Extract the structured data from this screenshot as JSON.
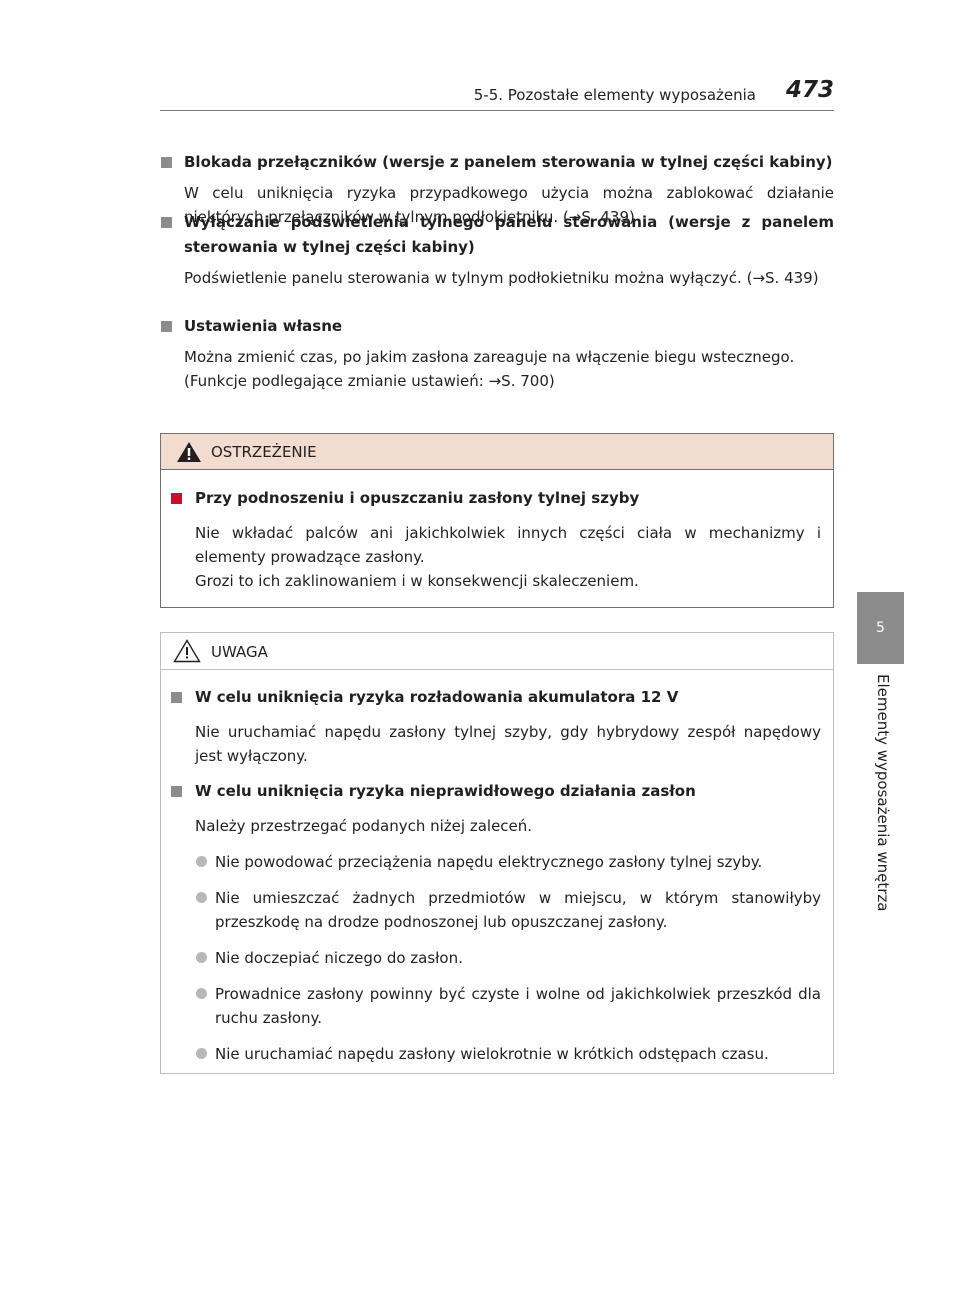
{
  "header": {
    "section_title": "5-5. Pozostałe elementy wyposażenia",
    "page_number": "473"
  },
  "side_tab": {
    "chapter_number": "5",
    "chapter_title": "Elementy wyposażenia wnętrza"
  },
  "sections": [
    {
      "heading": "Blokada przełączników (wersje z panelem sterowania w tylnej części kabiny)",
      "body_lines": [
        "W celu uniknięcia ryzyka przypadkowego użycia można zablokować działanie niektórych przełączników w tylnym podłokietniku. (→S. 439)"
      ]
    },
    {
      "heading": "Wyłączanie podświetlenia tylnego panelu sterowania (wersje z panelem sterowania w tylnej części kabiny)",
      "body_lines": [
        "Podświetlenie panelu sterowania w tylnym podłokietniku można wyłączyć. (→S. 439)"
      ]
    },
    {
      "heading": "Ustawienia własne",
      "body_lines": [
        "Można zmienić czas, po jakim zasłona zareaguje na włączenie biegu wstecznego.",
        "(Funkcje podlegające zmianie ustawień: →S. 700)"
      ]
    }
  ],
  "warning": {
    "title": "OSTRZEŻENIE",
    "heading": "Przy podnoszeniu i opuszczaniu zasłony tylnej szyby",
    "body_lines": [
      "Nie wkładać palców ani jakichkolwiek innych części ciała w mechanizmy i elementy prowadzące zasłony.",
      "Grozi to ich zaklinowaniem i w konsekwencji skaleczeniem."
    ]
  },
  "note": {
    "title": "UWAGA",
    "sections": [
      {
        "heading": "W celu uniknięcia ryzyka rozładowania akumulatora 12 V",
        "body": "Nie uruchamiać napędu zasłony tylnej szyby, gdy hybrydowy zespół napędowy jest wyłączony."
      },
      {
        "heading": "W celu uniknięcia ryzyka nieprawidłowego działania zasłon",
        "body": "Należy przestrzegać podanych niżej zaleceń.",
        "bullets": [
          "Nie powodować przeciążenia napędu elektrycznego zasłony tylnej szyby.",
          "Nie umieszczać żadnych przedmiotów w miejscu, w którym stanowiłyby przeszkodę na drodze podnoszonej lub opuszczanej zasłony.",
          "Nie doczepiać niczego do zasłon.",
          "Prowadnice zasłony powinny być czyste i wolne od jakichkolwiek przeszkód dla ruchu zasłony.",
          "Nie uruchamiać napędu zasłony wielokrotnie w krótkich odstępach czasu."
        ]
      }
    ]
  }
}
